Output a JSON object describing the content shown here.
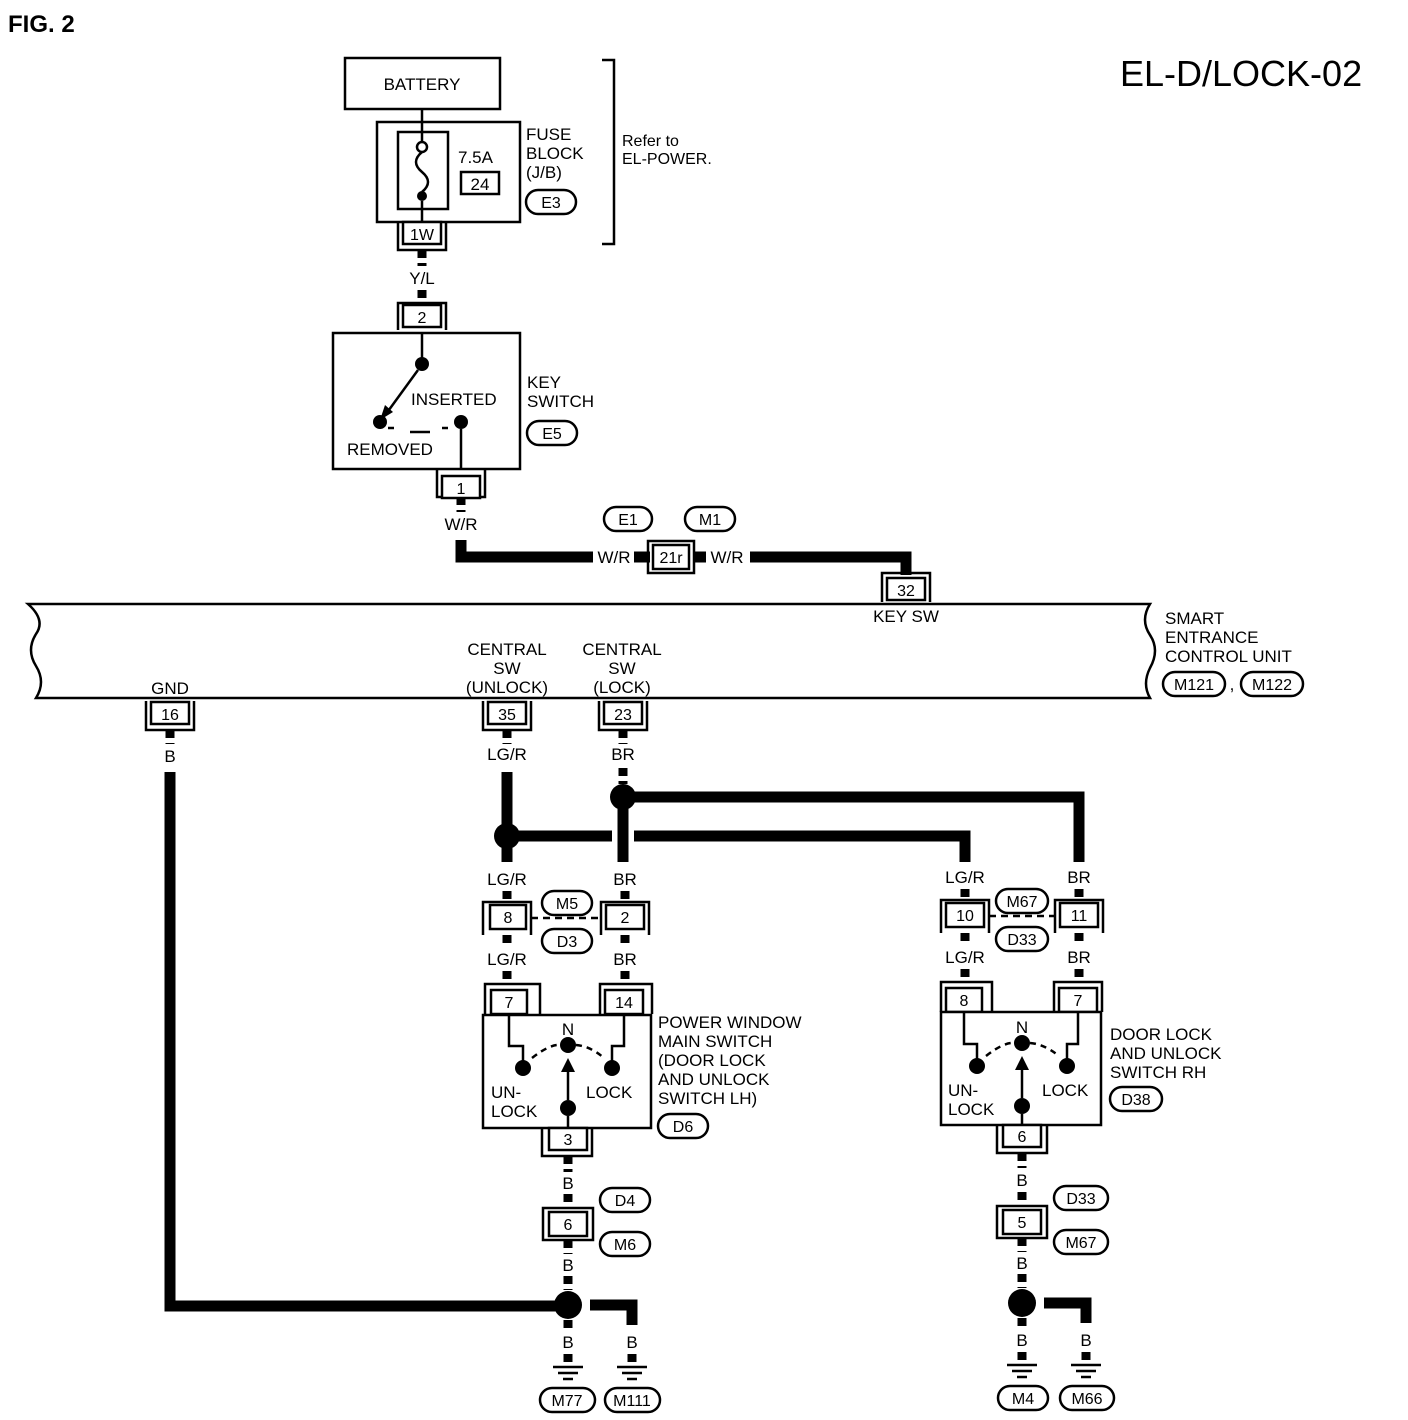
{
  "fig_label": "FIG. 2",
  "diagram_code": "EL-D/LOCK-02",
  "battery": "BATTERY",
  "fuse": {
    "rating": "7.5A",
    "number": "24",
    "name_lines": [
      "FUSE",
      "BLOCK",
      "(J/B)"
    ],
    "connector": "E3",
    "terminal": "1W",
    "refer_lines": [
      "Refer to",
      "EL-POWER."
    ]
  },
  "key_switch": {
    "name_lines": [
      "KEY",
      "SWITCH"
    ],
    "connector": "E5",
    "inserted": "INSERTED",
    "removed": "REMOVED",
    "pin_in": "2",
    "pin_out": "1"
  },
  "wires": {
    "y_l": "Y/L",
    "w_r": "W/R",
    "lg_r": "LG/R",
    "br": "BR",
    "b": "B"
  },
  "joint": {
    "pin": "21r",
    "conn_a": "E1",
    "conn_b": "M1"
  },
  "control_unit": {
    "name_lines": [
      "SMART",
      "ENTRANCE",
      "CONTROL UNIT"
    ],
    "conn_a": "M121",
    "sep": ",",
    "conn_b": "M122",
    "key_sw_pin": "32",
    "key_sw_label": "KEY SW",
    "gnd_label": "GND",
    "gnd_pin": "16",
    "unlock_label_lines": [
      "CENTRAL",
      "SW",
      "(UNLOCK)"
    ],
    "unlock_pin": "35",
    "lock_label_lines": [
      "CENTRAL",
      "SW",
      "(LOCK)"
    ],
    "lock_pin": "23"
  },
  "lh_harness": {
    "pin_a": "8",
    "pin_b": "2",
    "conn_a": "M5",
    "conn_b": "D3"
  },
  "rh_harness": {
    "pin_a": "10",
    "pin_b": "11",
    "conn_a": "M67",
    "conn_b": "D33"
  },
  "lh_switch": {
    "name_lines": [
      "POWER WINDOW",
      "MAIN SWITCH",
      "(DOOR LOCK",
      "AND UNLOCK",
      "SWITCH LH)"
    ],
    "connector": "D6",
    "pin_unlock": "7",
    "pin_lock": "14",
    "pin_gnd": "3",
    "n": "N",
    "unlock_lines": [
      "UN-",
      "LOCK"
    ],
    "lock": "LOCK"
  },
  "rh_switch": {
    "name_lines": [
      "DOOR LOCK",
      "AND UNLOCK",
      "SWITCH RH"
    ],
    "connector": "D38",
    "pin_unlock": "8",
    "pin_lock": "7",
    "pin_gnd": "6",
    "n": "N",
    "unlock_lines": [
      "UN-",
      "LOCK"
    ],
    "lock": "LOCK"
  },
  "lh_ground_joint": {
    "pin": "6",
    "conn_a": "D4",
    "conn_b": "M6"
  },
  "rh_ground_joint": {
    "pin": "5",
    "conn_a": "D33",
    "conn_b": "M67"
  },
  "grounds": {
    "g1": "M77",
    "g2": "M111",
    "g3": "M4",
    "g4": "M66"
  }
}
